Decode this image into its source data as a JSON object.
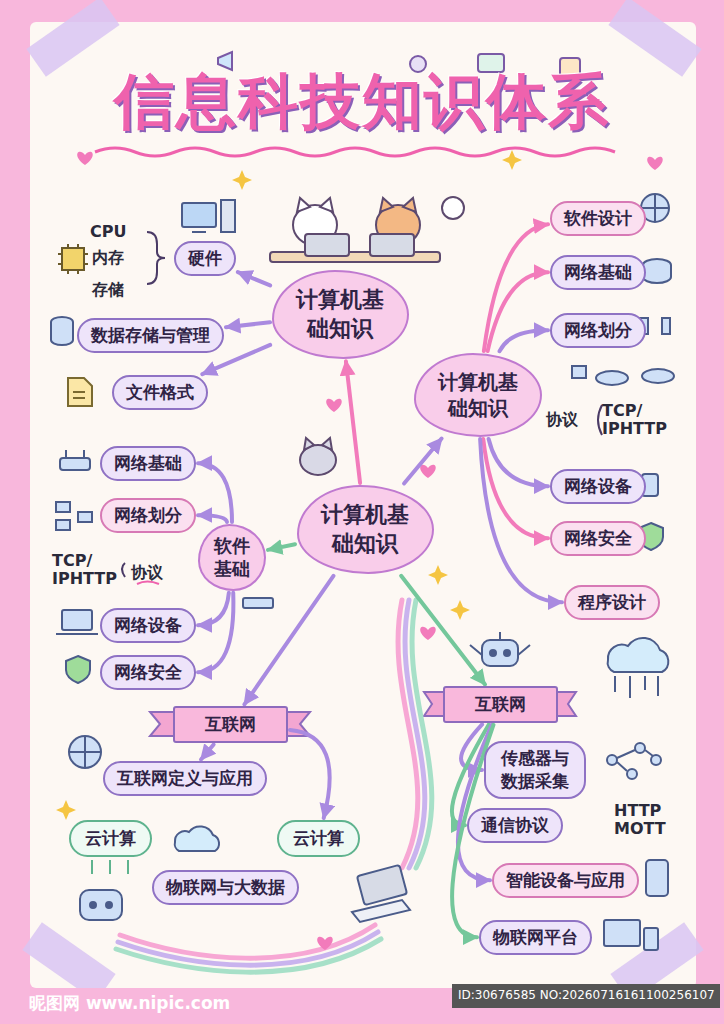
{
  "diagram": {
    "title": "信息科技知识体系",
    "nodes": [
      {
        "text": [
          "计算机基础知识"
        ]
      },
      {
        "text": [
          "硬件"
        ]
      },
      {
        "text": [
          "数据存储与管理"
        ]
      },
      {
        "text": [
          "文件格式"
        ]
      },
      {
        "text": [
          "计算机基础知识"
        ]
      },
      {
        "text": [
          "软件设计"
        ]
      },
      {
        "text": [
          "网络基础"
        ]
      },
      {
        "text": [
          "网络划分"
        ]
      },
      {
        "text": [
          "网络设备"
        ]
      },
      {
        "text": [
          "网络安全"
        ]
      },
      {
        "text": [
          "程序设计"
        ]
      },
      {
        "text": [
          "计算机基础知识"
        ]
      },
      {
        "text": [
          "网络基础"
        ]
      },
      {
        "text": [
          "网络划分"
        ]
      },
      {
        "text": [
          "软件基础"
        ]
      },
      {
        "text": [
          "网络设备"
        ]
      },
      {
        "text": [
          "网络安全"
        ]
      },
      {
        "text": [
          "互联网"
        ]
      },
      {
        "text": [
          "互联网定义与应用"
        ]
      },
      {
        "text": [
          "云计算"
        ]
      },
      {
        "text": [
          "云计算"
        ]
      },
      {
        "text": [
          "物联网与大数据"
        ]
      },
      {
        "text": [
          "互联网"
        ]
      },
      {
        "text": [
          "传感器与 数据采集"
        ]
      },
      {
        "text": [
          "通信协议"
        ]
      },
      {
        "text": [
          "智能设备与应用"
        ]
      },
      {
        "text": [
          "物联网平台"
        ]
      }
    ],
    "edges": [
      {
        "from": 11,
        "to": 0,
        "arrow": "to"
      },
      {
        "from": 11,
        "to": 4,
        "arrow": "to"
      },
      {
        "from": 11,
        "to": 14,
        "arrow": "to"
      },
      {
        "from": 11,
        "to": 17,
        "arrow": "to"
      },
      {
        "from": 11,
        "to": 22,
        "arrow": "to"
      },
      {
        "from": 0,
        "to": 1,
        "arrow": "to"
      },
      {
        "from": 0,
        "to": 2,
        "arrow": "to"
      },
      {
        "from": 0,
        "to": 3,
        "arrow": "to"
      },
      {
        "from": 4,
        "to": 5,
        "arrow": "to"
      },
      {
        "from": 4,
        "to": 6,
        "arrow": "to"
      },
      {
        "from": 4,
        "to": 7,
        "arrow": "to"
      },
      {
        "from": 4,
        "to": 8,
        "arrow": "to"
      },
      {
        "from": 4,
        "to": 9,
        "arrow": "to"
      },
      {
        "from": 4,
        "to": 10,
        "arrow": "to"
      },
      {
        "from": 14,
        "to": 12,
        "arrow": "to"
      },
      {
        "from": 14,
        "to": 13,
        "arrow": "to"
      },
      {
        "from": 14,
        "to": 15,
        "arrow": "to"
      },
      {
        "from": 14,
        "to": 16,
        "arrow": "to"
      },
      {
        "from": 17,
        "to": 18,
        "arrow": "to"
      },
      {
        "from": 17,
        "to": 20,
        "arrow": "to"
      },
      {
        "from": 22,
        "to": 23,
        "arrow": "to"
      },
      {
        "from": 22,
        "to": 24,
        "arrow": "to"
      },
      {
        "from": 22,
        "to": 25,
        "arrow": "to"
      },
      {
        "from": 22,
        "to": 26,
        "arrow": "to"
      }
    ],
    "labels": [
      "CPU",
      "内存",
      "存储",
      "协议",
      "TCP/ IPHTTP",
      "TCP/ IPHTTP",
      "协议",
      "HTTP MOTT",
      "昵图网 www.nipic.com",
      "ID:30676585 NO:20260716161100256107"
    ]
  }
}
